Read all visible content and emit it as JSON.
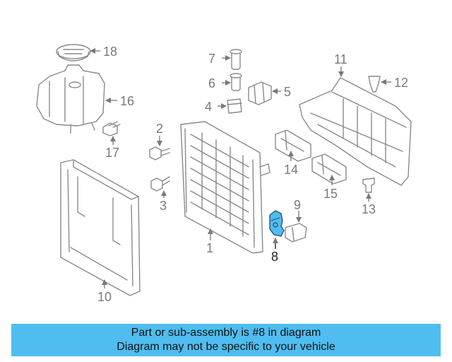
{
  "diagram": {
    "callouts": {
      "c1": "1",
      "c2": "2",
      "c3": "3",
      "c4": "4",
      "c5": "5",
      "c6": "6",
      "c7": "7",
      "c8": "8",
      "c9": "9",
      "c10": "10",
      "c11": "11",
      "c12": "12",
      "c13": "13",
      "c14": "14",
      "c15": "15",
      "c16": "16",
      "c17": "17",
      "c18": "18"
    },
    "highlight_color": "#4fbdf0"
  },
  "banner": {
    "line1": "Part or sub-assembly is #8 in diagram",
    "line2": "Diagram may not be specific to your vehicle",
    "background": "#4fbdf0"
  }
}
